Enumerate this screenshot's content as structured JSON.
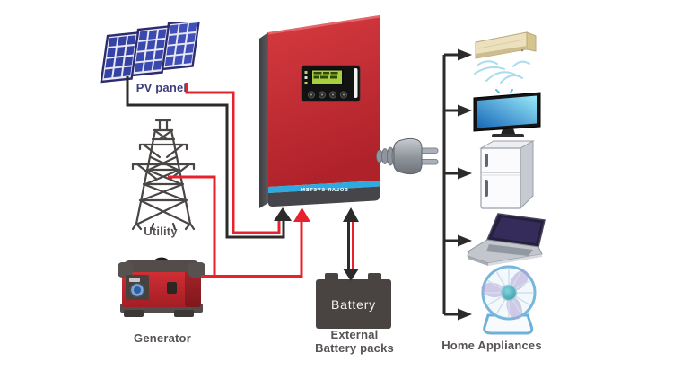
{
  "labels": {
    "pv_panel": "PV panel",
    "utility": "Utility",
    "generator": "Generator",
    "battery": "Battery",
    "battery_caption_line1": "External",
    "battery_caption_line2": "Battery packs",
    "home_appliances": "Home Appliances"
  },
  "inverter": {
    "stripe_text": "SOLAR SYSTEM",
    "stripe_text_mirrored": true
  },
  "icons": {
    "sources": [
      "pv-panel-icon",
      "utility-tower-icon",
      "generator-icon"
    ],
    "center": [
      "inverter-icon",
      "power-plug-icon",
      "battery-icon"
    ],
    "appliances": [
      "air-conditioner-icon",
      "tv-icon",
      "refrigerator-icon",
      "laptop-icon",
      "fan-icon"
    ]
  },
  "colors": {
    "wire_red": "#e8222d",
    "wire_black": "#2d2b2a",
    "inverter_red": "#c4272e",
    "inverter_stripe_blue": "#2eaae1",
    "lcd_green": "#a8cf3e",
    "battery_gray": "#494442",
    "label_gray": "#575352",
    "pv_label_navy": "#3d3d7d"
  }
}
